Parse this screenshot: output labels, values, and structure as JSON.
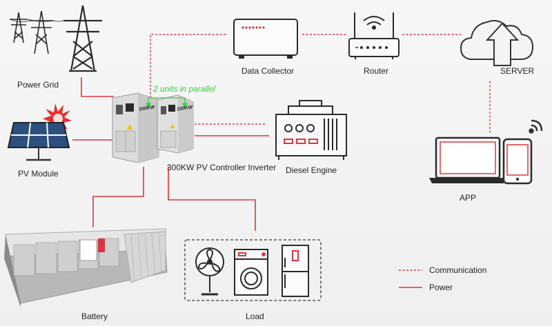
{
  "labels": {
    "power_grid": "Power Grid",
    "pv_module": "PV Module",
    "data_collector": "Data Collector",
    "router": "Router",
    "server": "SERVER",
    "inverter": "300KW PV Controller Inverter",
    "diesel_engine": "Diesel Engine",
    "app": "APP",
    "battery": "Battery",
    "load": "Load",
    "parallel_note": "2 units in parallel",
    "unit_rating": "150KW"
  },
  "legend": {
    "communication": "Communication",
    "power": "Power"
  },
  "colors": {
    "line_red": "#d9363e",
    "dark_outline": "#333333",
    "note_green": "#3dcc3d"
  }
}
